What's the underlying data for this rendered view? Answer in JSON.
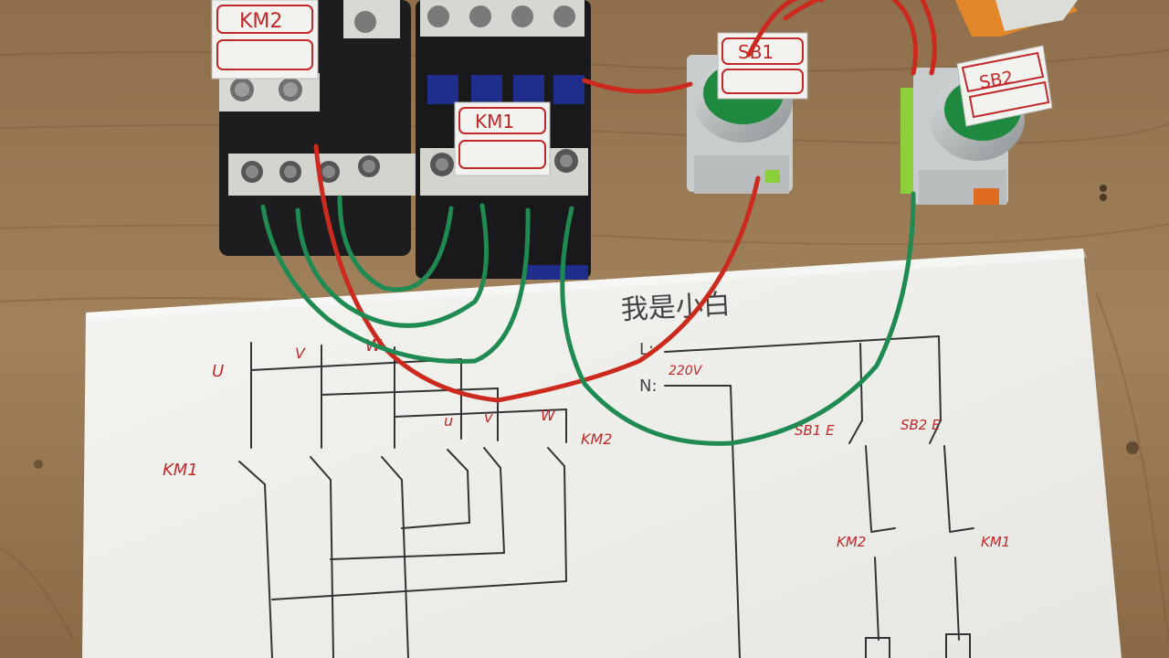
{
  "labels": {
    "tag_km2": "KM2",
    "tag_km1": "KM1",
    "tag_sb1": "SB1",
    "tag_sb2": "SB2"
  },
  "sheet": {
    "title": "我是小白",
    "phase_u": "U",
    "phase_v": "V",
    "phase_w": "W",
    "motor_u": "u",
    "motor_v": "v",
    "motor_w": "W",
    "main_km1": "KM1",
    "main_km2": "KM2",
    "line_l": "L:",
    "line_n": "N:",
    "voltage": "220V",
    "btn_sb1": "SB1 E",
    "btn_sb2": "SB2 E",
    "interlock_km2": "KM2",
    "interlock_km1": "KM1"
  },
  "colors": {
    "table": "#9a7a55",
    "paper": "#f1f1ee",
    "wire_red": "#cc2a1e",
    "wire_green": "#1f8a52",
    "ink_red": "#c0282a"
  }
}
